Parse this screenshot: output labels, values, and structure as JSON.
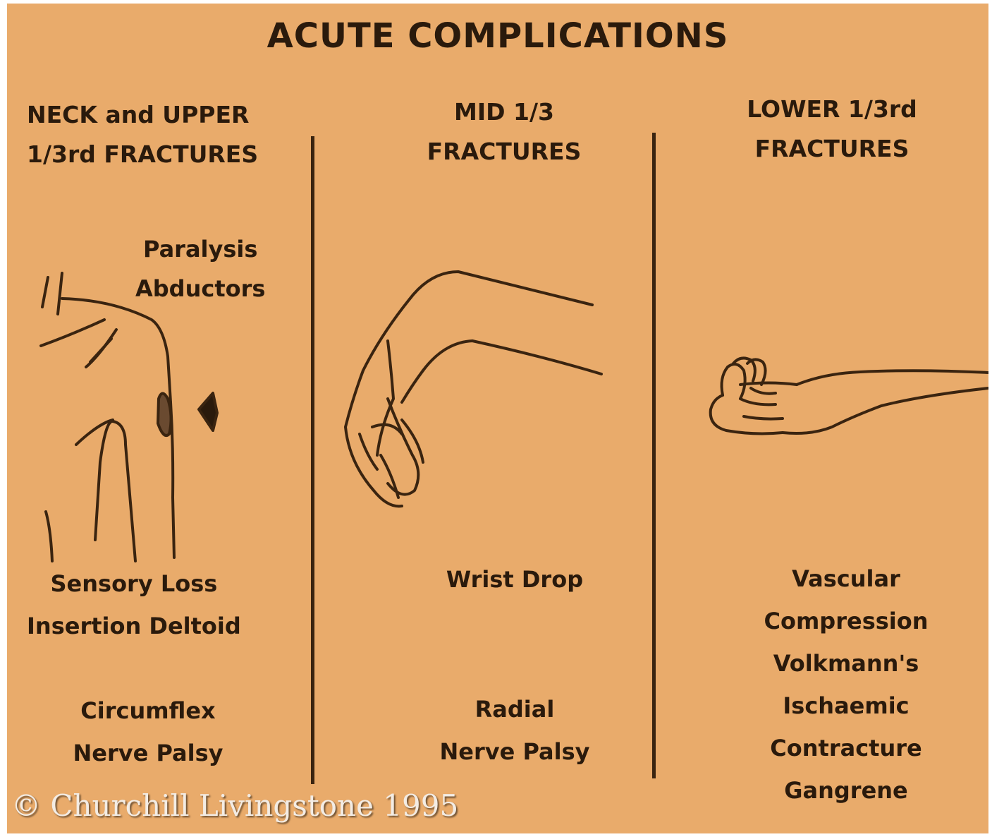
{
  "title": "ACUTE COMPLICATIONS",
  "columns": [
    {
      "header": [
        "NECK and UPPER",
        "1/3rd FRACTURES"
      ],
      "top_label": [
        "Paralysis",
        "Abductors"
      ],
      "mid_label": [
        "Sensory Loss",
        "Insertion Deltoid"
      ],
      "bottom_label": [
        "Circumflex",
        "Nerve Palsy"
      ]
    },
    {
      "header": [
        "MID 1/3",
        "FRACTURES"
      ],
      "mid_label": [
        "Wrist Drop"
      ],
      "bottom_label": [
        "Radial",
        "Nerve Palsy"
      ]
    },
    {
      "header": [
        "LOWER 1/3rd",
        "FRACTURES"
      ],
      "bottom_label": [
        "Vascular",
        "Compression",
        "Volkmann's",
        "Ischaemic",
        "Contracture",
        "Gangrene"
      ]
    }
  ],
  "copyright": "© Churchill Livingstone 1995",
  "colors": {
    "background": "#e9ab6b",
    "ink": "#2a1a0c"
  },
  "icons": [
    "shoulder-illustration",
    "wrist-drop-hand-illustration",
    "clawed-hand-illustration"
  ]
}
